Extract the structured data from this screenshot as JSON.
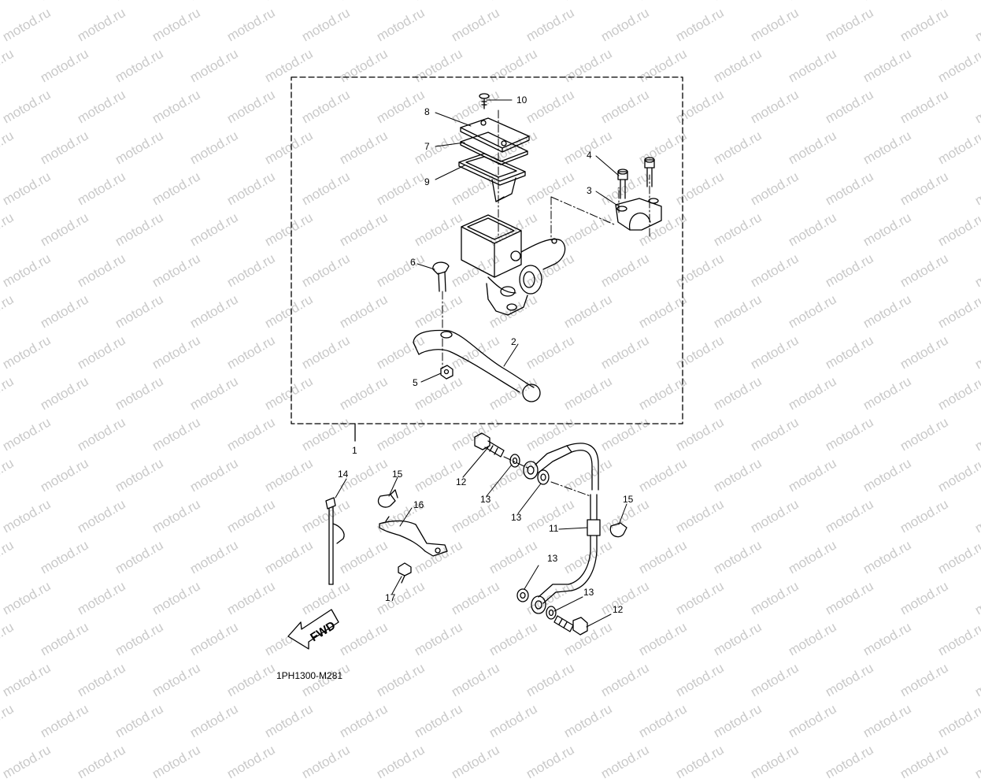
{
  "watermark": "motod.ru",
  "diagram_code": "1PH1300-M281",
  "direction_label": "FWD",
  "callouts": {
    "c1": "1",
    "c2": "2",
    "c3": "3",
    "c4": "4",
    "c5": "5",
    "c6": "6",
    "c7": "7",
    "c8": "8",
    "c9": "9",
    "c10": "10",
    "c11": "11",
    "c12a": "12",
    "c12b": "12",
    "c13a": "13",
    "c13b": "13",
    "c13c": "13",
    "c13d": "13",
    "c14": "14",
    "c15a": "15",
    "c15b": "15",
    "c16": "16",
    "c17": "17"
  }
}
